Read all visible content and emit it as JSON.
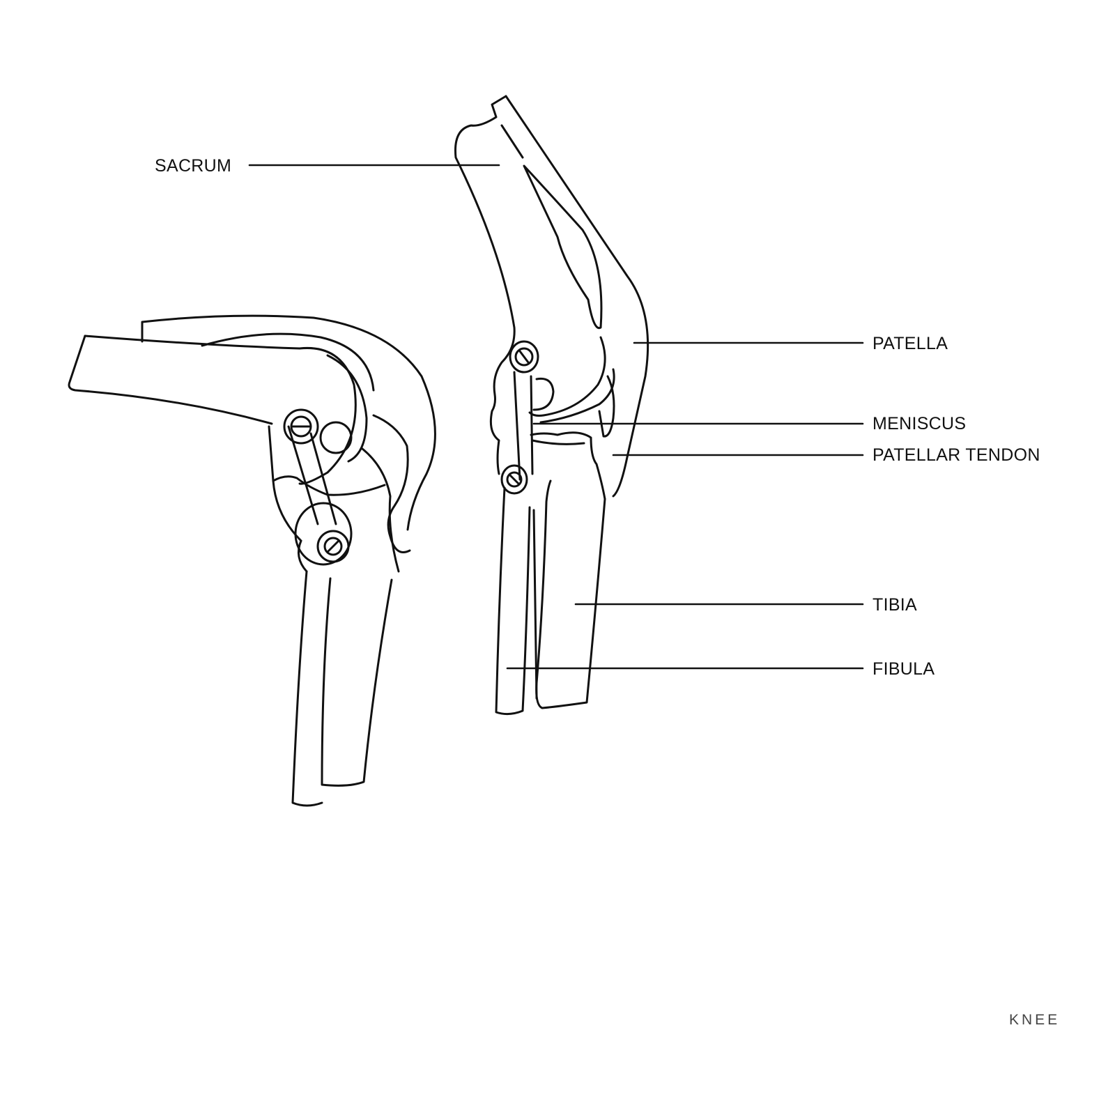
{
  "labels": {
    "sacrum": "SACRUM",
    "patella": "PATELLA",
    "meniscus": "MENISCUS",
    "patellar_tendon": "PATELLAR TENDON",
    "tibia": "TIBIA",
    "fibula": "FIBULA"
  },
  "caption": "KNEE",
  "colors": {
    "line": "#111111",
    "background": "#ffffff"
  }
}
